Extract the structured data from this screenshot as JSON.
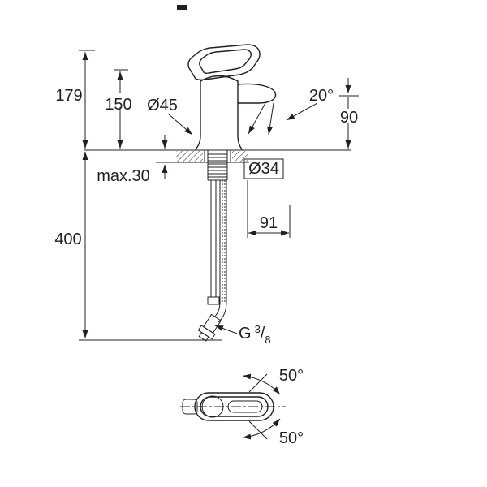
{
  "drawing": {
    "type": "technical-dimension-drawing",
    "subject": "single-lever-basin-mixer-faucet",
    "colors": {
      "line": "#231f20",
      "background": "#ffffff"
    },
    "dimensions": {
      "total_height": "179",
      "height_to_body_top": "150",
      "base_diameter": "Ø45",
      "stream_angle": "20°",
      "spout_height": "90",
      "max_mounting_thickness": "max.30",
      "hole_diameter": "Ø34",
      "hose_length": "400",
      "spout_projection": "91",
      "swivel_angle_upper": "50°",
      "swivel_angle_lower": "50°"
    },
    "thread": {
      "letter": "G",
      "numerator": "3",
      "slash": "/",
      "denominator": "8"
    }
  }
}
